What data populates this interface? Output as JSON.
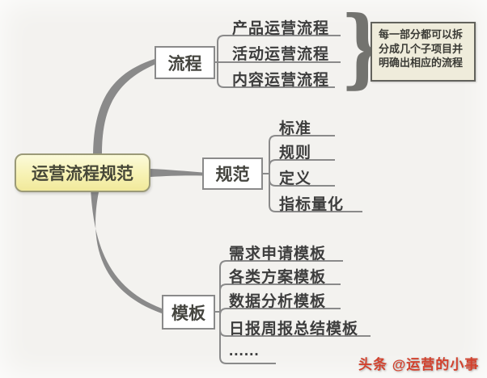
{
  "root": {
    "label": "运营流程规范"
  },
  "branches": [
    {
      "label": "流程",
      "children": [
        "产品运营流程",
        "活动运营流程",
        "内容运营流程"
      ]
    },
    {
      "label": "规范",
      "children": [
        "标准",
        "规则",
        "定义",
        "指标量化"
      ]
    },
    {
      "label": "模板",
      "children": [
        "需求申请模板",
        "各类方案模板",
        "数据分析模板",
        "日报周报总结模板",
        "......"
      ]
    }
  ],
  "annotation": {
    "text": "每一部分都可以拆分成几个子项目并明确出相应的流程",
    "brace_char": "}"
  },
  "watermark": {
    "text": "头条 @运营的小事",
    "color": "#d2412d"
  },
  "colors": {
    "background": "#f3f2ef",
    "line": "#8a8a8a",
    "root_fill": "#f7f2b4",
    "root_border": "#9b9a78",
    "callout_fill": "#efecdb"
  }
}
